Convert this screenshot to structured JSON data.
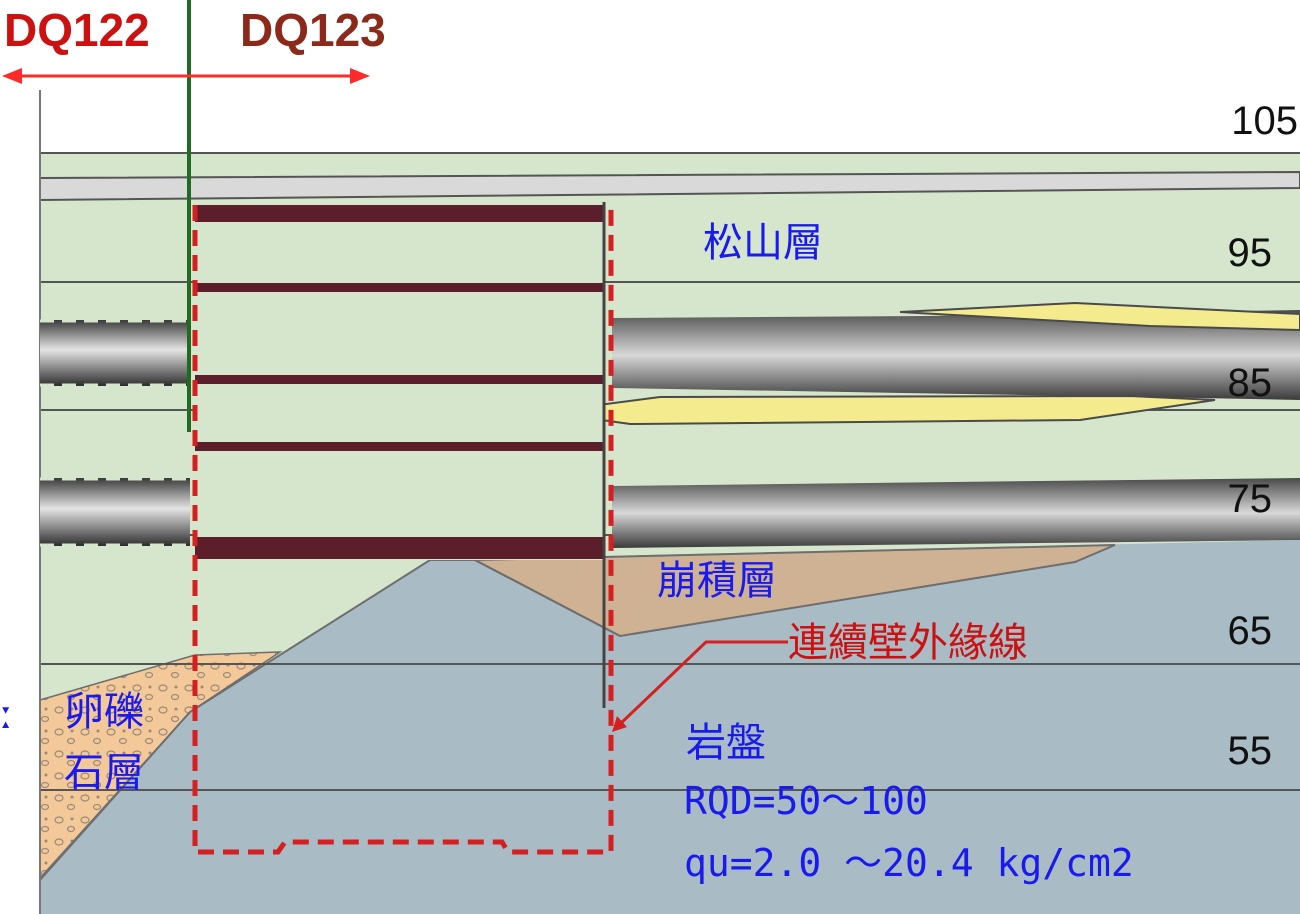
{
  "stations": {
    "left": "DQ122",
    "right": "DQ123"
  },
  "elevation_labels": [
    "105",
    "95",
    "85",
    "75",
    "65",
    "55"
  ],
  "layers": {
    "songshan": "松山層",
    "colluvium": "崩積層",
    "gravel_line1": "卵礫",
    "gravel_line2": "石層",
    "bedrock": "岩盤"
  },
  "annotation": {
    "wall_outline": "連續壁外緣線"
  },
  "bedrock_props": {
    "rqd": "RQD=50～100",
    "qu": "qu=2.0 ～20.4 kg/cm2"
  },
  "colors": {
    "station_left": "#cc1111",
    "station_right": "#8b2a1a",
    "arrow": "#ff2a2a",
    "boundary_line": "#1f6b1f",
    "wall_outline": "#d42020",
    "strut": "#5c1e2a",
    "clay": "#d6e6cd",
    "bedrock": "#a9bcc6",
    "colluvium": "#cfb293",
    "gravel": "#f3c99a",
    "sand_lens": "#f4eb8e",
    "label_blue": "#1a1aee",
    "label_red": "#cc1111"
  }
}
